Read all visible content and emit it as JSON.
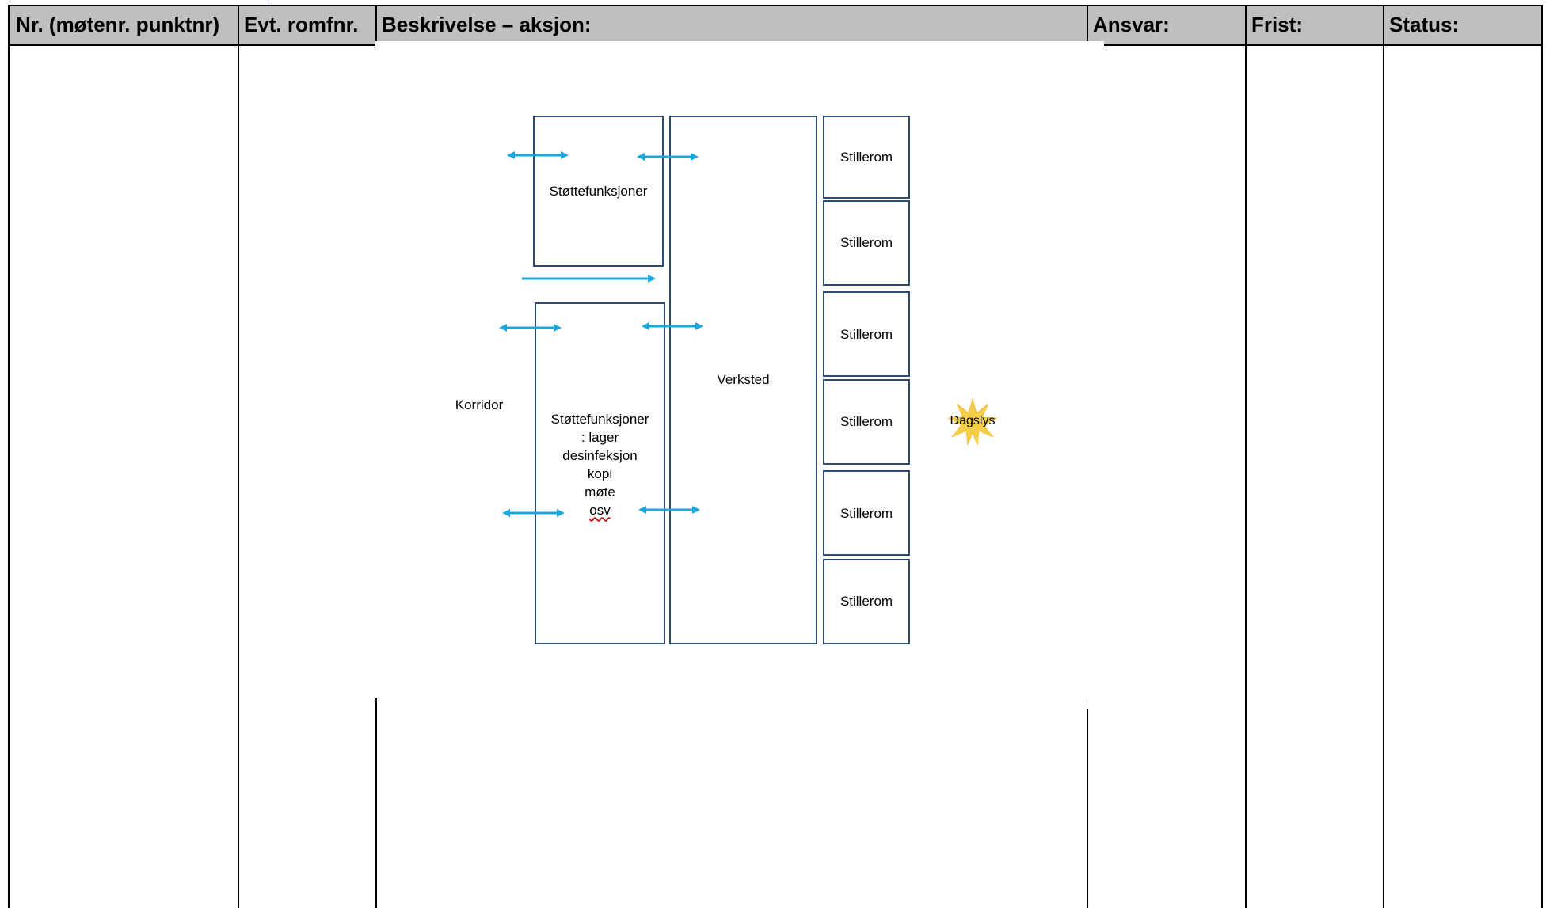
{
  "table": {
    "headers": [
      "Nr. (møtenr. punktnr)",
      "Evt. romfnr.",
      "Beskrivelse – aksjon:",
      "Ansvar:",
      "Frist:",
      "Status:"
    ]
  },
  "diagram": {
    "support_top_label": "Støttefunksjoner",
    "support_bottom_lines": [
      "Støttefunksjoner",
      ": lager",
      "desinfeksjon",
      "kopi",
      "møte",
      "osv"
    ],
    "workshop_label": "Verksted",
    "corridor_label": "Korridor",
    "quiet_rooms": [
      "Stillerom",
      "Stillerom",
      "Stillerom",
      "Stillerom",
      "Stillerom",
      "Stillerom"
    ],
    "daylight_label": "Dagslys",
    "colors": {
      "arrow": "#1aa7e0",
      "room_border": "#2f4a73",
      "sun": "#f6cf4a",
      "header_bg": "#bfbfbf"
    }
  }
}
